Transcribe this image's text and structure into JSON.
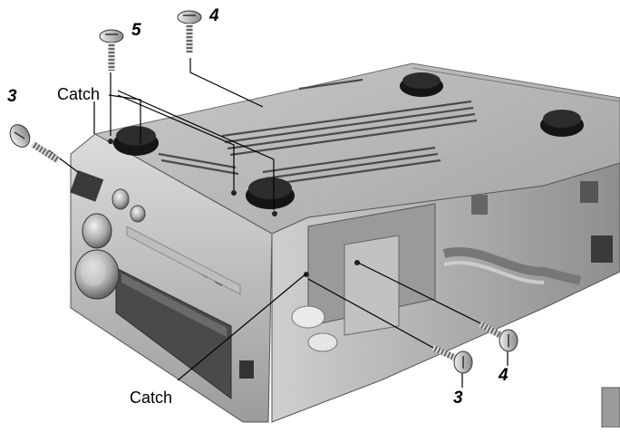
{
  "callouts": {
    "catch_top": "Catch",
    "catch_bottom": "Catch",
    "screw_3_left": "3",
    "screw_5": "5",
    "screw_4_top": "4",
    "screw_3_bottom": "3",
    "screw_4_bottom": "4"
  },
  "colors": {
    "metal_light": "#d6d6d6",
    "metal_mid": "#a8a8a8",
    "metal_dark": "#5a5a5a",
    "foot": "#1a1a1a",
    "leader": "#000000"
  }
}
